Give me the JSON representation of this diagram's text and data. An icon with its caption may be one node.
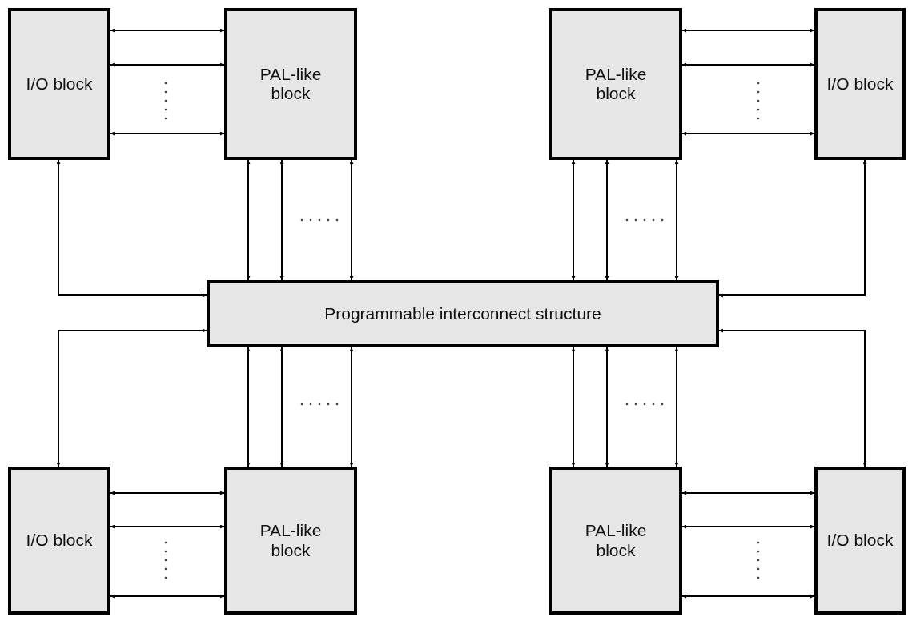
{
  "diagram": {
    "nodes": [
      {
        "text": [
          "I/O block"
        ]
      },
      {
        "text": [
          "PAL-like block"
        ]
      },
      {
        "text": [
          "PAL-like block"
        ]
      },
      {
        "text": [
          "I/O block"
        ]
      },
      {
        "text": [
          "Programmable interconnect structure"
        ]
      },
      {
        "text": [
          "I/O block"
        ]
      },
      {
        "text": [
          "PAL-like block"
        ]
      },
      {
        "text": [
          "PAL-like block"
        ]
      },
      {
        "text": [
          "I/O block"
        ]
      }
    ],
    "edges": [
      {
        "from": 0,
        "to": 1,
        "arrow": "both"
      },
      {
        "from": 0,
        "to": 1,
        "arrow": "both"
      },
      {
        "from": 0,
        "to": 1,
        "arrow": "both"
      },
      {
        "from": 1,
        "to": 4,
        "arrow": "both"
      },
      {
        "from": 1,
        "to": 4,
        "arrow": "both"
      },
      {
        "from": 1,
        "to": 4,
        "arrow": "both"
      },
      {
        "from": 0,
        "to": 4,
        "arrow": "both"
      },
      {
        "from": 2,
        "to": 3,
        "arrow": "both"
      },
      {
        "from": 2,
        "to": 3,
        "arrow": "both"
      },
      {
        "from": 2,
        "to": 3,
        "arrow": "both"
      },
      {
        "from": 2,
        "to": 4,
        "arrow": "both"
      },
      {
        "from": 2,
        "to": 4,
        "arrow": "both"
      },
      {
        "from": 2,
        "to": 4,
        "arrow": "both"
      },
      {
        "from": 3,
        "to": 4,
        "arrow": "both"
      },
      {
        "from": 5,
        "to": 4,
        "arrow": "both"
      },
      {
        "from": 5,
        "to": 6,
        "arrow": "both"
      },
      {
        "from": 5,
        "to": 6,
        "arrow": "both"
      },
      {
        "from": 5,
        "to": 6,
        "arrow": "both"
      },
      {
        "from": 6,
        "to": 4,
        "arrow": "both"
      },
      {
        "from": 6,
        "to": 4,
        "arrow": "both"
      },
      {
        "from": 6,
        "to": 4,
        "arrow": "both"
      },
      {
        "from": 7,
        "to": 8,
        "arrow": "both"
      },
      {
        "from": 7,
        "to": 8,
        "arrow": "both"
      },
      {
        "from": 7,
        "to": 8,
        "arrow": "both"
      },
      {
        "from": 7,
        "to": 4,
        "arrow": "both"
      },
      {
        "from": 7,
        "to": 4,
        "arrow": "both"
      },
      {
        "from": 7,
        "to": 4,
        "arrow": "both"
      },
      {
        "from": 8,
        "to": 4,
        "arrow": "both"
      }
    ]
  }
}
